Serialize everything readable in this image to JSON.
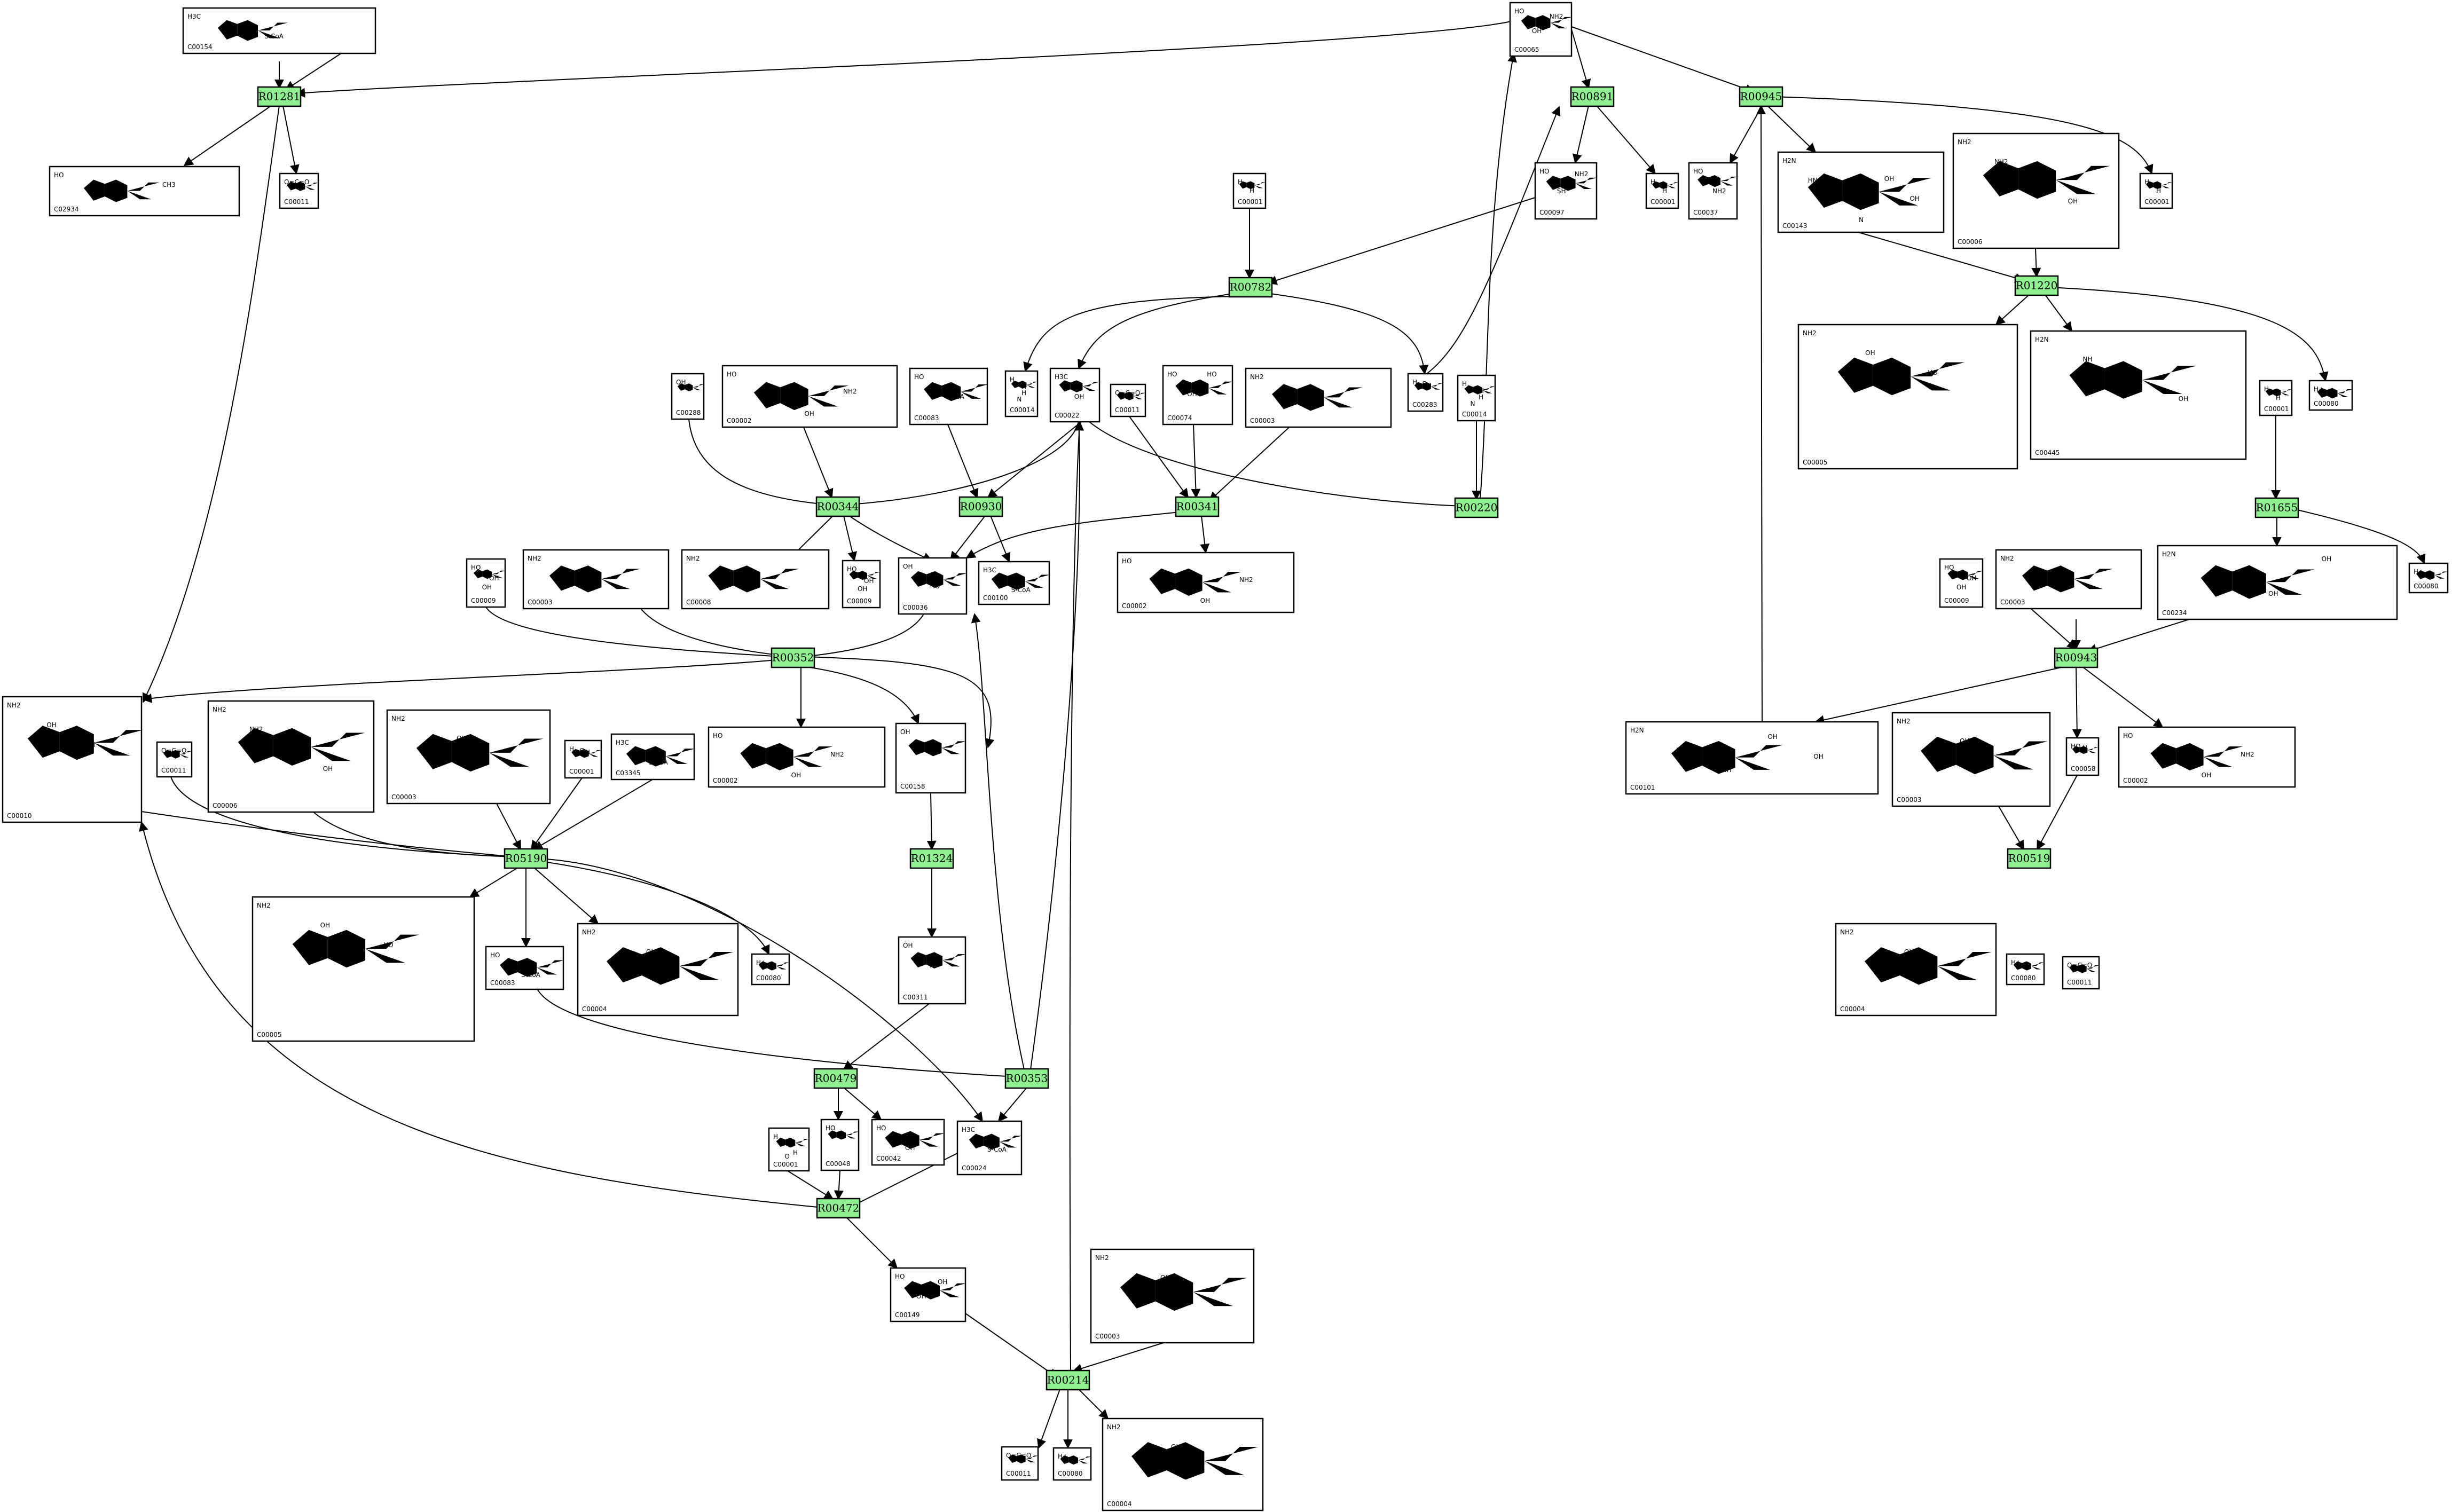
{
  "reactions": [
    "R01281",
    "R00891",
    "R00945",
    "R00782",
    "R01220",
    "R00344",
    "R00930",
    "R00341",
    "R00220",
    "R01655",
    "R00352",
    "R00943",
    "R05190",
    "R01324",
    "R00519",
    "R00479",
    "R00353",
    "R00472",
    "R00214"
  ],
  "compounds": [
    {
      "id": "C00154",
      "text": [
        "H3C",
        "S-CoA"
      ]
    },
    {
      "id": "C00065",
      "text": [
        "HO",
        "OH",
        "NH2"
      ]
    },
    {
      "id": "C02934",
      "text": [
        "HO",
        "NH2",
        "CH3"
      ]
    },
    {
      "id": "C00011",
      "text": [
        "O=C=O"
      ]
    },
    {
      "id": "C00097",
      "text": [
        "HO",
        "SH",
        "NH2"
      ]
    },
    {
      "id": "C00001",
      "text": [
        "H",
        "O",
        "H"
      ]
    },
    {
      "id": "C00037",
      "text": [
        "HO",
        "NH2"
      ]
    },
    {
      "id": "C00143",
      "text": [
        "H2N",
        "HN",
        "NH",
        "N",
        "OH",
        "OH"
      ]
    },
    {
      "id": "C00006",
      "text": [
        "NH2",
        "NH2",
        "OH",
        "OH"
      ]
    },
    {
      "id": "C00014",
      "text": [
        "H",
        "N",
        "H",
        "H"
      ]
    },
    {
      "id": "C00022",
      "text": [
        "H3C",
        "OH"
      ]
    },
    {
      "id": "C00074",
      "text": [
        "HO",
        "OH",
        "HO"
      ]
    },
    {
      "id": "C00003",
      "text": [
        "NH2",
        "OH"
      ]
    },
    {
      "id": "C00283",
      "text": [
        "H",
        "S",
        "H"
      ]
    },
    {
      "id": "C00288",
      "text": [
        "OH"
      ]
    },
    {
      "id": "C00002",
      "text": [
        "HO",
        "P",
        "OH",
        "NH2"
      ]
    },
    {
      "id": "C00083",
      "text": [
        "HO",
        "S-CoA"
      ]
    },
    {
      "id": "C00005",
      "text": [
        "NH2",
        "OH",
        "HO"
      ]
    },
    {
      "id": "C00445",
      "text": [
        "H2N",
        "NH",
        "OH",
        "OH"
      ]
    },
    {
      "id": "C00080",
      "text": [
        "H+"
      ]
    },
    {
      "id": "C00009",
      "text": [
        "HO",
        "OH",
        "OH"
      ]
    },
    {
      "id": "C00008",
      "text": [
        "NH2",
        "OH"
      ]
    },
    {
      "id": "C00036",
      "text": [
        "OH",
        "HO"
      ]
    },
    {
      "id": "C00100",
      "text": [
        "H3C",
        "S-CoA"
      ]
    },
    {
      "id": "C00234",
      "text": [
        "H2N",
        "NH",
        "OH",
        "OH"
      ]
    },
    {
      "id": "C00010",
      "text": [
        "NH2",
        "OH",
        "SH"
      ]
    },
    {
      "id": "C00158",
      "text": [
        "OH",
        "HO"
      ]
    },
    {
      "id": "C00101",
      "text": [
        "H2N",
        "HN",
        "NH",
        "OH",
        "OH"
      ]
    },
    {
      "id": "C00004",
      "text": [
        "NH2",
        "OH"
      ]
    },
    {
      "id": "C03345",
      "text": [
        "H3C",
        "S-CoA"
      ]
    },
    {
      "id": "C00058",
      "text": [
        "HO",
        "H"
      ]
    },
    {
      "id": "C00311",
      "text": [
        "OH",
        "HO"
      ]
    },
    {
      "id": "C00048",
      "text": [
        "HO"
      ]
    },
    {
      "id": "C00042",
      "text": [
        "HO",
        "OH"
      ]
    },
    {
      "id": "C00024",
      "text": [
        "H3C",
        "S-CoA"
      ]
    },
    {
      "id": "C00149",
      "text": [
        "HO",
        "OH",
        "OH"
      ]
    }
  ]
}
